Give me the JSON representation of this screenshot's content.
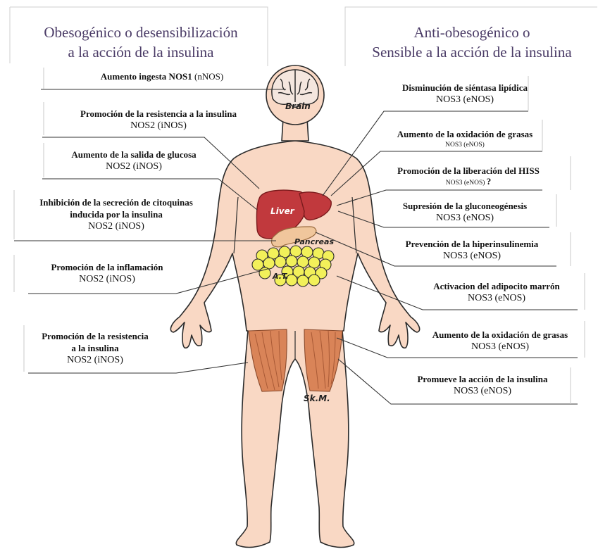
{
  "headers": {
    "left_line1": "Obesogénico o desensibilización",
    "left_line2": "a la acción de la insulina",
    "right_line1": "Anti-obesogénico o",
    "right_line2": "Sensible a la acción de la insulina"
  },
  "organs": {
    "brain": "Brain",
    "liver": "Liver",
    "pancreas": "Pancreas",
    "adipose": "A.T.",
    "muscle": "Sk.M."
  },
  "left_labels": [
    {
      "title": "Aumento ingesta NOS1",
      "enzyme": "(nNOS)"
    },
    {
      "title": "Promoción de la resistencia a la insulina",
      "enzyme": "NOS2 (iNOS)"
    },
    {
      "title": "Aumento de la salida de glucosa",
      "enzyme": "NOS2 (iNOS)"
    },
    {
      "title": "Inhibición de la secreción de citoquinas",
      "title2": "inducida por la insulina",
      "enzyme": "NOS2 (iNOS)"
    },
    {
      "title": "Promoción de la inflamación",
      "enzyme": "NOS2 (iNOS)"
    },
    {
      "title": "Promoción de la resistencia",
      "title2": "a la insulina",
      "enzyme": "NOS2 (iNOS)"
    }
  ],
  "right_labels": [
    {
      "title": "Disminución de siéntasa lipídica",
      "enzyme": "NOS3 (eNOS)"
    },
    {
      "title": "Aumento de la oxidación de grasas",
      "enzyme": "NOS3 (eNOS)"
    },
    {
      "title": "Promoción de la liberación del HISS",
      "enzyme": "NOS3 (eNOS)",
      "mark": "?"
    },
    {
      "title": "Supresión de la gluconeogénesis",
      "enzyme": "NOS3 (eNOS)"
    },
    {
      "title": "Prevención de la hiperinsulinemia",
      "enzyme": "NOS3 (eNOS)"
    },
    {
      "title": "Activacion del adipocito marrón",
      "enzyme": "NOS3 (eNOS)"
    },
    {
      "title": "Aumento de la oxidación de grasas",
      "enzyme": "NOS3 (eNOS)"
    },
    {
      "title": "Promueve la acción de la insulina",
      "enzyme": "NOS3 (eNOS)"
    }
  ],
  "colors": {
    "skin": "#f9d8c4",
    "skin_outline": "#2b2b2b",
    "liver": "#c1393d",
    "pancreas": "#f0c69c",
    "adipose": "#f2f05a",
    "muscle": "#d98458",
    "header_text": "#4a3b66",
    "frame": "#c8c8c8",
    "leader": "#333333"
  }
}
